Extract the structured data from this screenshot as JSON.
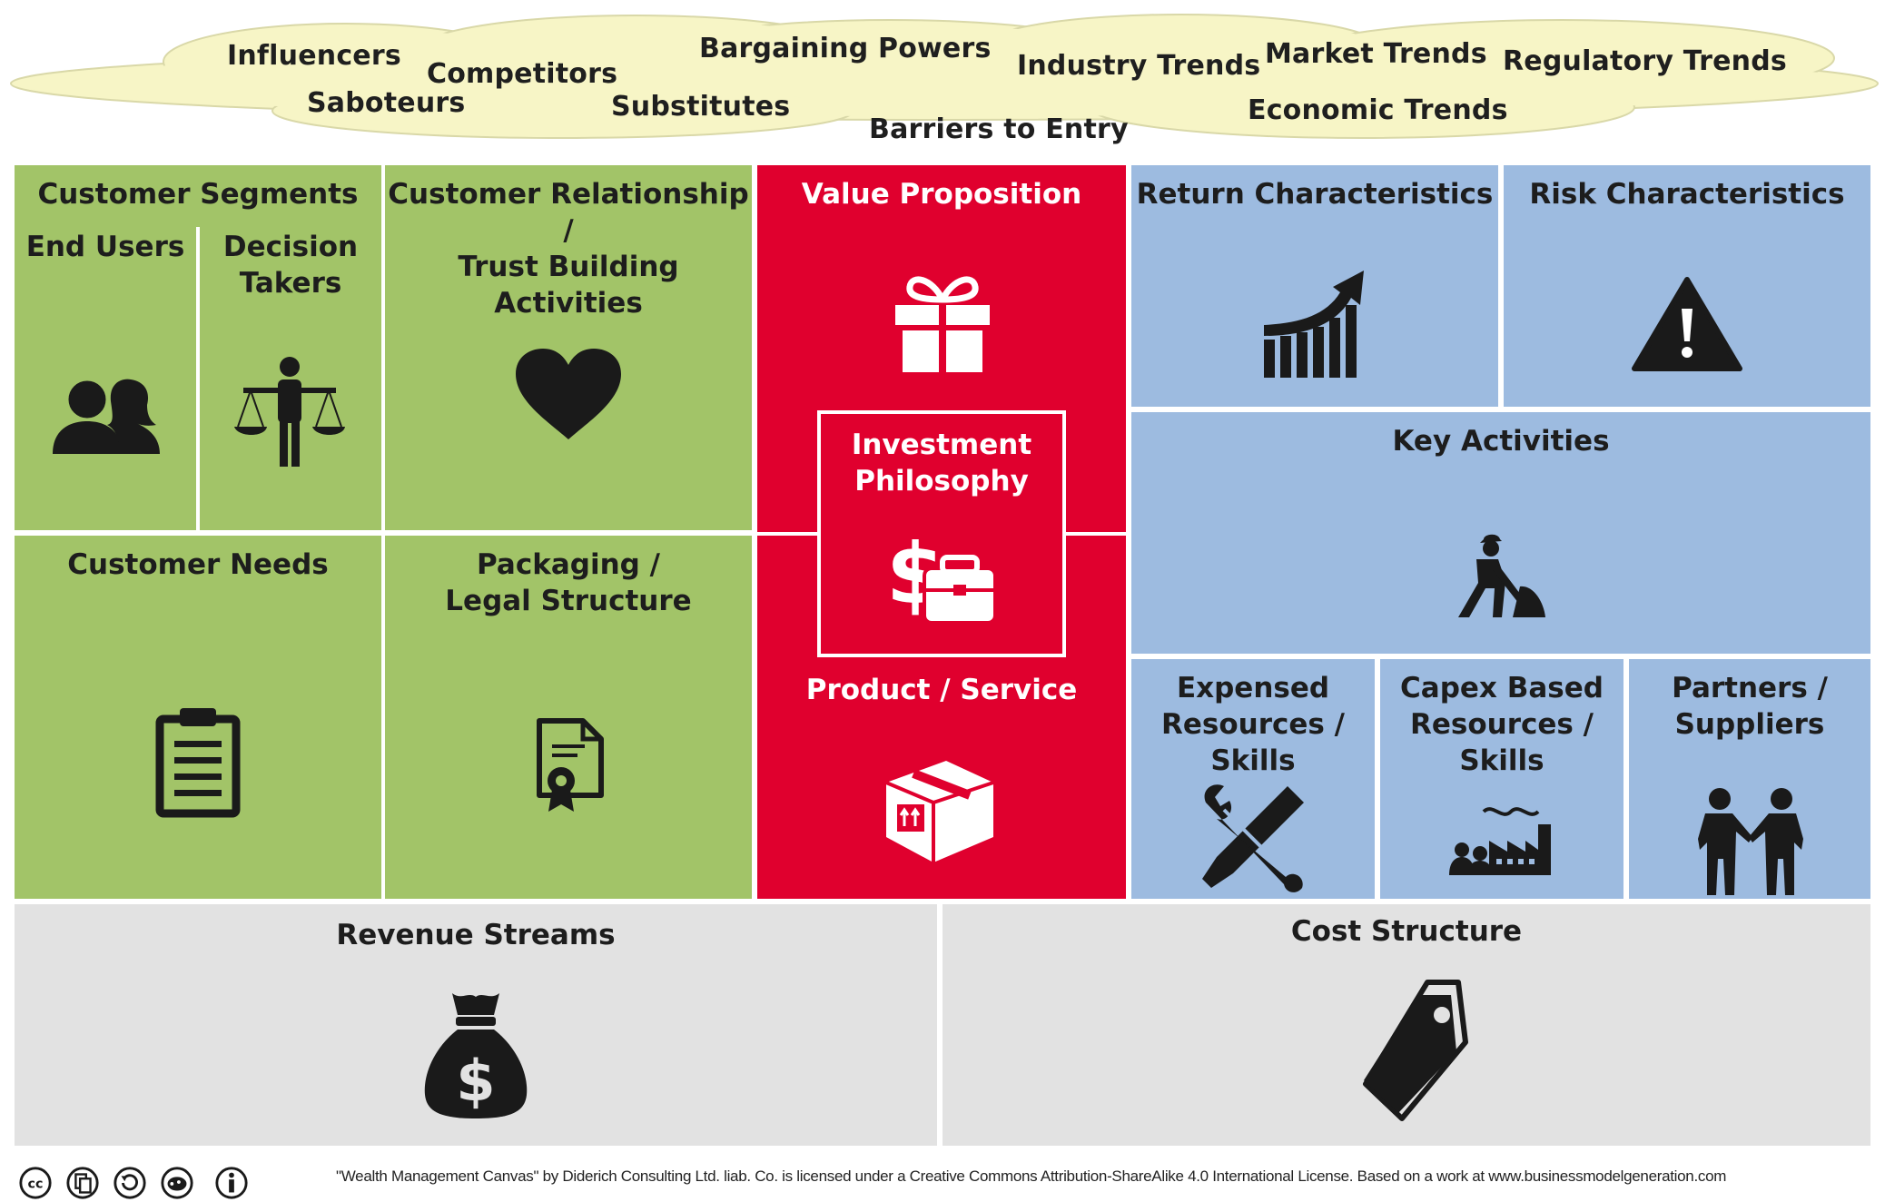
{
  "environment": {
    "factors": [
      "Influencers",
      "Competitors",
      "Bargaining Powers",
      "Industry Trends",
      "Market Trends",
      "Regulatory Trends",
      "Saboteurs",
      "Substitutes",
      "Barriers to Entry",
      "Economic Trends"
    ]
  },
  "blocks": {
    "customer_segments": {
      "title": "Customer Segments",
      "end_users": "End Users",
      "decision_takers": "Decision\nTakers",
      "icons": [
        "users-icon",
        "scales-icon"
      ]
    },
    "customer_relationship": {
      "title": "Customer Relationship /\nTrust Building Activities",
      "icon": "heart-icon"
    },
    "value_proposition": {
      "title": "Value Proposition",
      "icon": "gift-icon"
    },
    "investment_philosophy": {
      "title": "Investment\nPhilosophy",
      "icon": "dollar-briefcase-icon"
    },
    "product_service": {
      "title": "Product / Service",
      "icon": "box-icon"
    },
    "return_characteristics": {
      "title": "Return Characteristics",
      "icon": "growth-chart-icon"
    },
    "risk_characteristics": {
      "title": "Risk Characteristics",
      "icon": "warning-icon"
    },
    "customer_needs": {
      "title": "Customer Needs",
      "icon": "clipboard-icon"
    },
    "packaging": {
      "title": "Packaging /\nLegal Structure",
      "icon": "certificate-icon"
    },
    "key_activities": {
      "title": "Key Activities",
      "icon": "worker-icon"
    },
    "expensed_resources": {
      "title": "Expensed\nResources /\nSkills",
      "icon": "tools-icon"
    },
    "capex_resources": {
      "title": "Capex Based\nResources /\nSkills",
      "icon": "factory-icon"
    },
    "partners": {
      "title": "Partners /\nSuppliers",
      "icon": "handshake-icon"
    },
    "revenue_streams": {
      "title": "Revenue Streams",
      "icon": "money-bag-icon"
    },
    "cost_structure": {
      "title": "Cost Structure",
      "icon": "price-tag-icon"
    }
  },
  "footer": {
    "license_text": "\"Wealth Management Canvas\" by Diderich Consulting Ltd. liab. Co. is licensed under a Creative Commons Attribution-ShareAlike 4.0 International License. Based on a work at www.businessmodelgeneration.com",
    "license_icons": [
      "cc-icon",
      "copy-icon",
      "share-alike-icon",
      "noncommercial-icon",
      "attribution-icon"
    ]
  },
  "colors": {
    "green": "#a2c468",
    "red": "#e0002e",
    "blue": "#9dbbe0",
    "grey": "#e2e2e2",
    "cloud": "#f7f5c6"
  }
}
